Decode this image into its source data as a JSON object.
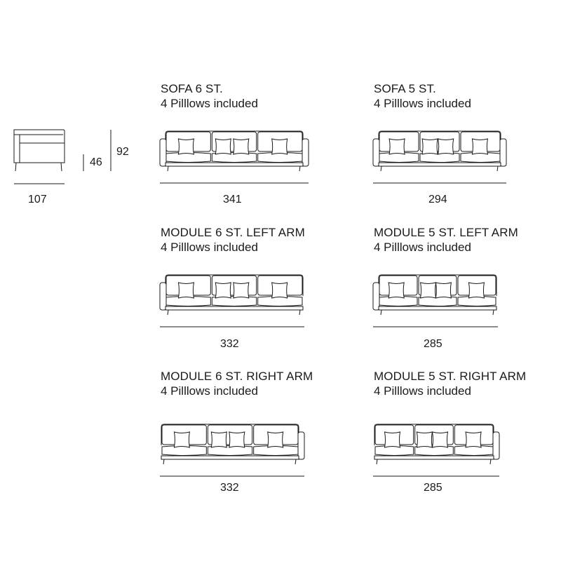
{
  "side_view": {
    "depth": "107",
    "seat_height": "46",
    "total_height": "92"
  },
  "items": [
    {
      "title": "SOFA 6 ST.",
      "subtitle": "4 Pilllows included",
      "width": "341"
    },
    {
      "title": "SOFA 5 ST.",
      "subtitle": "4 Pilllows included",
      "width": "294"
    },
    {
      "title": "MODULE 6 ST. LEFT ARM",
      "subtitle": "4 Pilllows included",
      "width": "332"
    },
    {
      "title": "MODULE 5 ST. LEFT ARM",
      "subtitle": "4 Pilllows included",
      "width": "285"
    },
    {
      "title": "MODULE 6 ST. RIGHT ARM",
      "subtitle": "4 Pilllows included",
      "width": "332"
    },
    {
      "title": "MODULE 5 ST. RIGHT ARM",
      "subtitle": "4 Pilllows included",
      "width": "285"
    }
  ]
}
